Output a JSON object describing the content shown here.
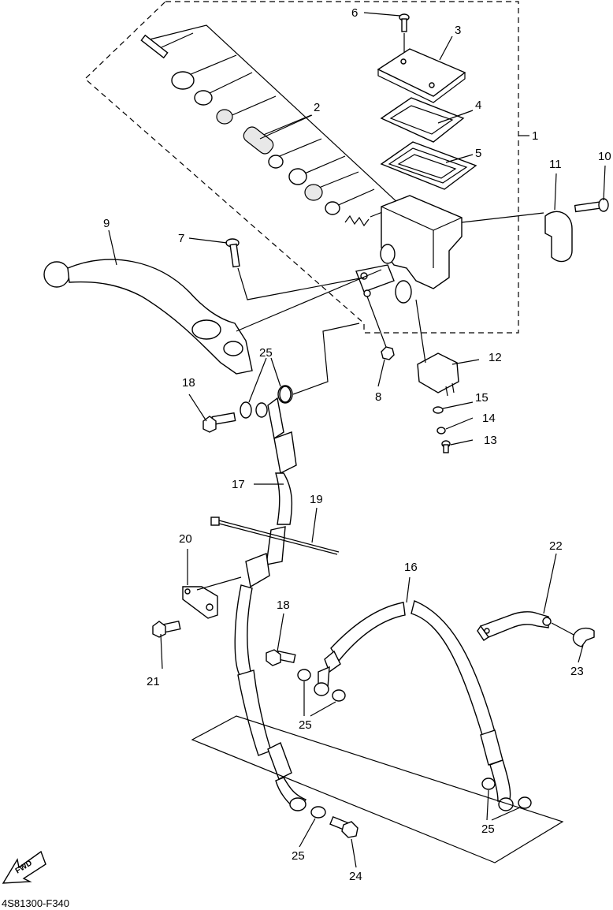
{
  "callouts": {
    "c1": "1",
    "c2": "2",
    "c3": "3",
    "c4": "4",
    "c5": "5",
    "c6": "6",
    "c7": "7",
    "c8": "8",
    "c9": "9",
    "c10": "10",
    "c11": "11",
    "c12": "12",
    "c13": "13",
    "c14": "14",
    "c15": "15",
    "c16": "16",
    "c17": "17",
    "c18a": "18",
    "c18b": "18",
    "c19": "19",
    "c20": "20",
    "c21": "21",
    "c22": "22",
    "c23": "23",
    "c24": "24",
    "c25a": "25",
    "c25b": "25",
    "c25c": "25",
    "c25d": "25"
  },
  "fwd_label": "FWD",
  "drawing_code": "4S81300-F340"
}
